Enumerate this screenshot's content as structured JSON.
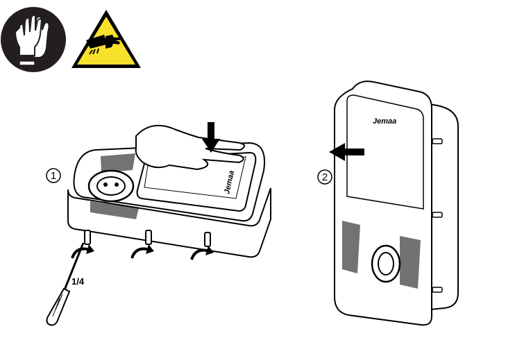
{
  "safety_icons": {
    "gloves": {
      "icon": "protective-gloves-icon",
      "color": "#231f20"
    },
    "warning": {
      "icon": "sharp-element-hazard-icon",
      "background": "#f7e12c",
      "border": "#000000"
    }
  },
  "step_1": {
    "number": "1",
    "fraction_label": "1/4"
  },
  "step_2": {
    "number": "2"
  },
  "device": {
    "brand_logo": "Jemaa"
  }
}
